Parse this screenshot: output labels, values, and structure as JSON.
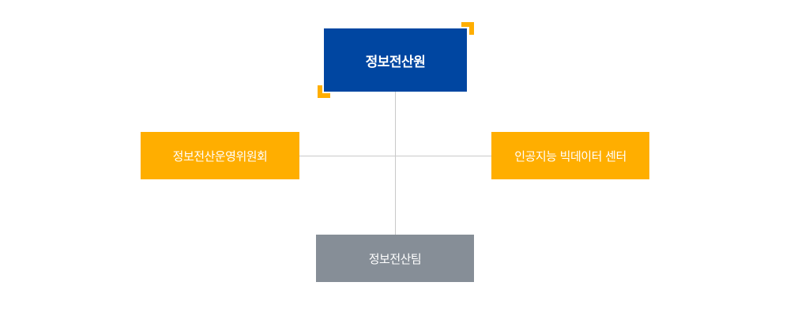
{
  "diagram": {
    "nodes": {
      "top": {
        "label": "정보전산원"
      },
      "left": {
        "label": "정보전산운영위원회"
      },
      "right": {
        "label": "인공지능 빅데이터 센터"
      },
      "bottom": {
        "label": "정보전산팀"
      }
    },
    "decorations": {
      "corners": [
        "corner-bracket-icon",
        "corner-bracket-icon"
      ]
    }
  },
  "colors": {
    "primary": "#0046a1",
    "accent": "#ffae00",
    "neutral": "#868e97",
    "connector": "#c9c9c9"
  }
}
